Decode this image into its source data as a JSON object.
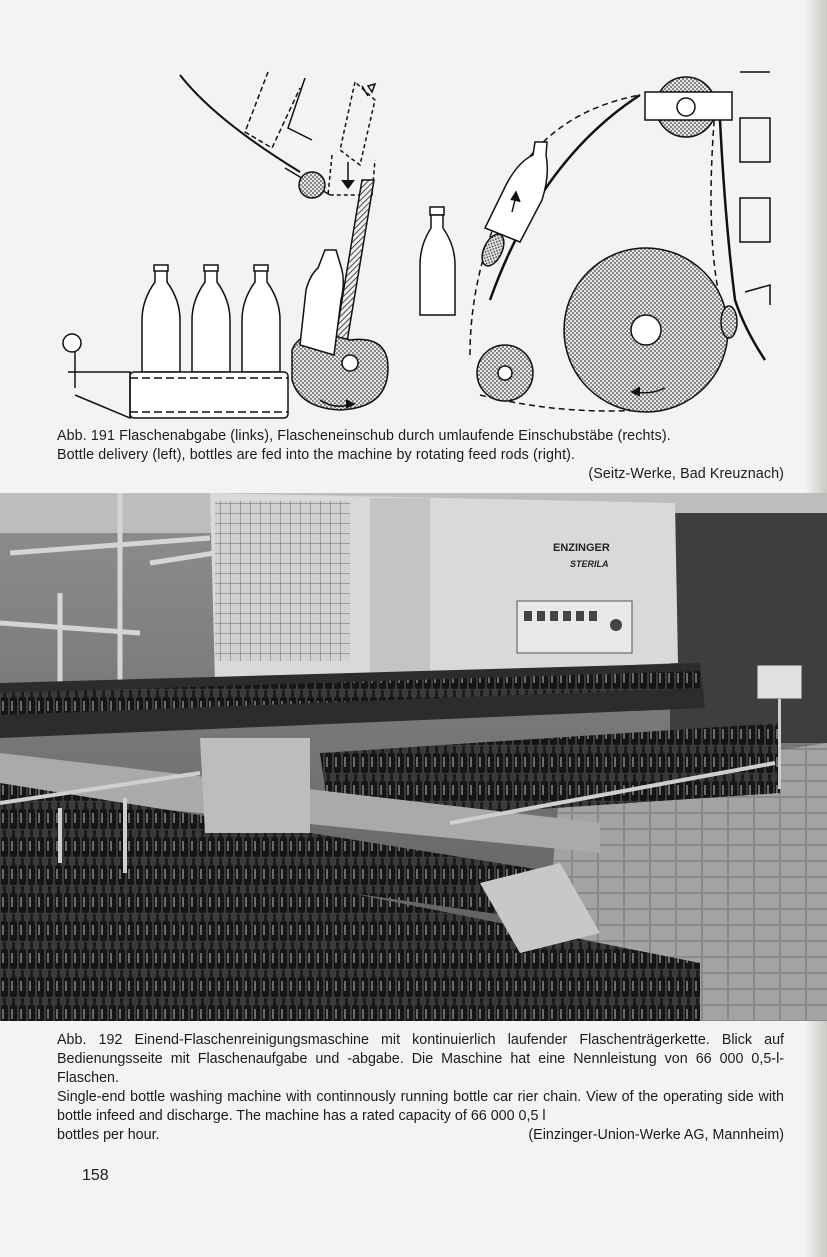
{
  "figure191": {
    "caption_de": "Abb. 191 Flaschenabgabe (links), Flascheneinschub durch umlaufende Einschubstäbe (rechts).",
    "caption_en": "Bottle delivery (left), bottles are fed into the machine by rotating feed rods (right).",
    "source": "(Seitz-Werke, Bad Kreuznach)"
  },
  "figure192": {
    "caption_de": "Abb. 192 Einend-Flaschenreinigungsmaschine mit kontinuierlich laufender Flaschenträgerkette. Blick auf Bedienungsseite mit Flaschenaufgabe und -abgabe. Die Maschine hat eine Nennleistung von 66 000 0,5-l-Flaschen.",
    "caption_en": "Single-end bottle washing machine with continnously running bottle car rier chain. View of the operating side with bottle infeed and discharge. The machine has a rated capacity of 66 000 0,5 l",
    "caption_en_last": "bottles per hour.",
    "source": "(Einzinger-Union-Werke AG, Mannheim)",
    "machine_brand": "ENZINGER",
    "machine_model": "STERILA"
  },
  "page_number": "158"
}
